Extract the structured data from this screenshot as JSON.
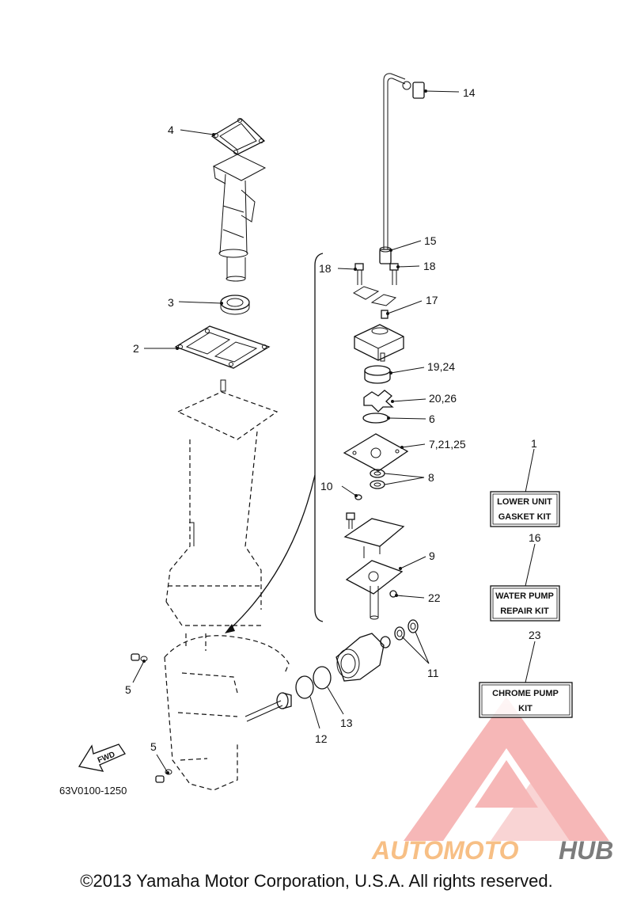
{
  "callouts": [
    {
      "id": "c4",
      "text": "4"
    },
    {
      "id": "c3",
      "text": "3"
    },
    {
      "id": "c2",
      "text": "2"
    },
    {
      "id": "c14",
      "text": "14"
    },
    {
      "id": "c15",
      "text": "15"
    },
    {
      "id": "c18a",
      "text": "18"
    },
    {
      "id": "c18b",
      "text": "18"
    },
    {
      "id": "c17",
      "text": "17"
    },
    {
      "id": "c1924",
      "text": "19,24"
    },
    {
      "id": "c2026",
      "text": "20,26"
    },
    {
      "id": "c6",
      "text": "6"
    },
    {
      "id": "c72125",
      "text": "7,21,25"
    },
    {
      "id": "c8",
      "text": "8"
    },
    {
      "id": "c10",
      "text": "10"
    },
    {
      "id": "c9",
      "text": "9"
    },
    {
      "id": "c22",
      "text": "22"
    },
    {
      "id": "c11",
      "text": "11"
    },
    {
      "id": "c12",
      "text": "12"
    },
    {
      "id": "c13",
      "text": "13"
    },
    {
      "id": "c5a",
      "text": "5"
    },
    {
      "id": "c5b",
      "text": "5"
    },
    {
      "id": "c1",
      "text": "1"
    },
    {
      "id": "c16",
      "text": "16"
    },
    {
      "id": "c23",
      "text": "23"
    }
  ],
  "kits": {
    "lower_unit_line1": "LOWER UNIT",
    "lower_unit_line2": "GASKET KIT",
    "water_pump_line1": "WATER PUMP",
    "water_pump_line2": "REPAIR KIT",
    "chrome_pump_line1": "CHROME PUMP",
    "chrome_pump_line2": "KIT"
  },
  "fwd_label": "FWD",
  "diagram_code": "63V0100-1250",
  "watermark": {
    "part1": "AUTOMOTO",
    "part2": "HUB",
    "color_primary": "#f08080",
    "color_secondary": "#f7b978",
    "color_dark": "#555555"
  },
  "copyright": "©2013 Yamaha Motor Corporation, U.S.A. All rights reserved."
}
